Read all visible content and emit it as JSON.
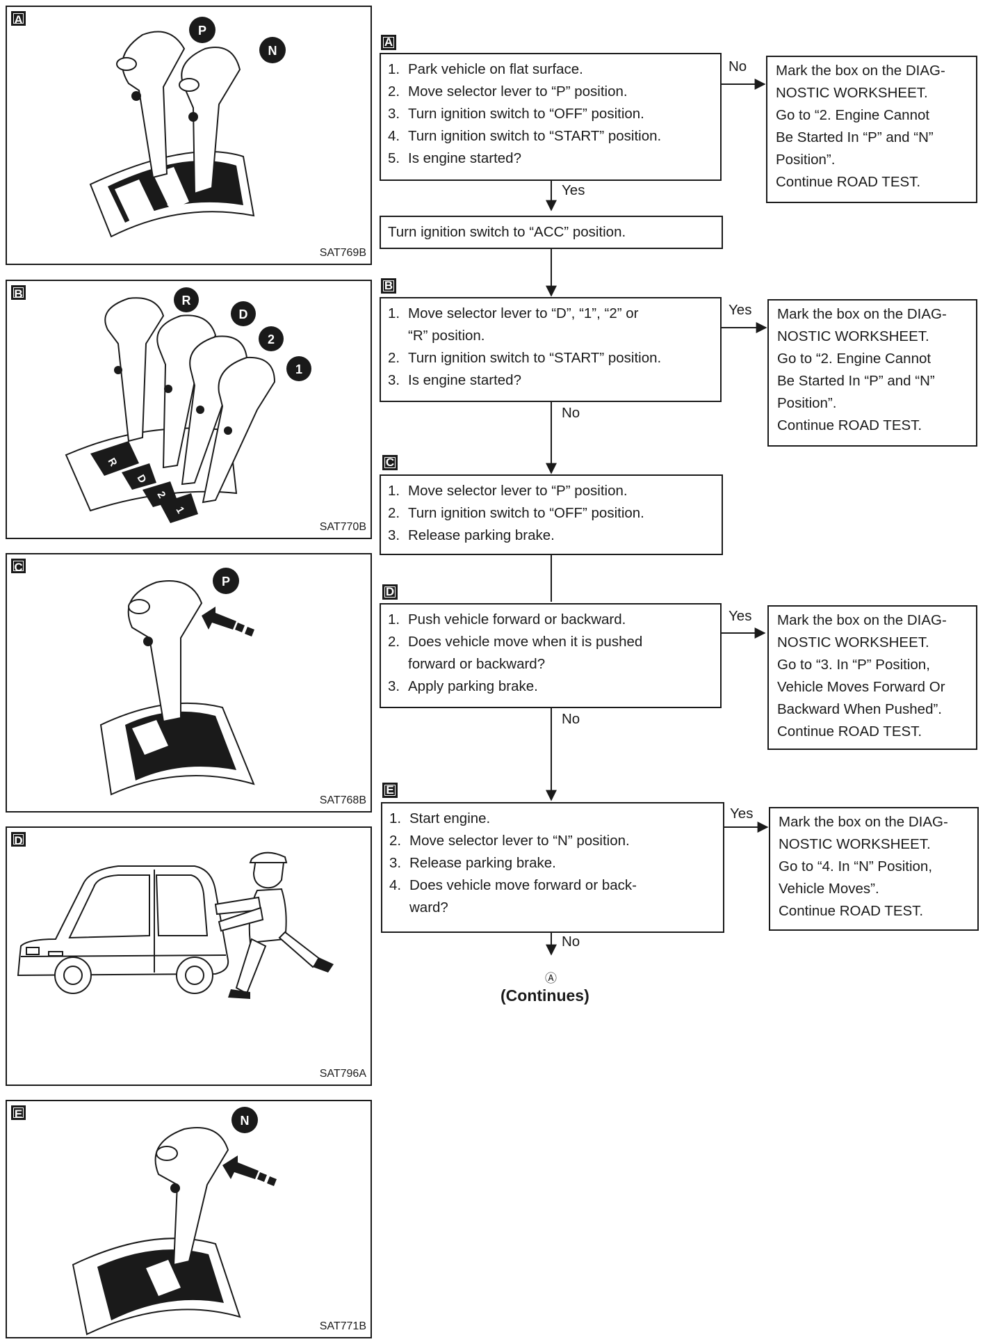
{
  "panels": [
    {
      "tag": "A",
      "code": "SAT769B",
      "letters": [
        "P",
        "N"
      ],
      "gate": [
        "P",
        "N"
      ]
    },
    {
      "tag": "B",
      "code": "SAT770B",
      "letters": [
        "R",
        "D",
        "2",
        "1"
      ],
      "gate": [
        "R",
        "D",
        "2",
        "1"
      ]
    },
    {
      "tag": "C",
      "code": "SAT768B",
      "letters": [
        "P"
      ],
      "gate": [
        "P"
      ]
    },
    {
      "tag": "D",
      "code": "SAT796A"
    },
    {
      "tag": "E",
      "code": "SAT771B",
      "letters": [
        "N"
      ],
      "gate": [
        "N"
      ]
    }
  ],
  "flow": {
    "A": {
      "tag": "A",
      "steps": [
        {
          "n": "1.",
          "t": "Park vehicle on flat surface."
        },
        {
          "n": "2.",
          "t": "Move selector lever to “P” position."
        },
        {
          "n": "3.",
          "t": "Turn ignition switch to “OFF” position."
        },
        {
          "n": "4.",
          "t": "Turn ignition switch to “START” position."
        },
        {
          "n": "5.",
          "t": "Is engine started?"
        }
      ],
      "side_label": "No",
      "down_label": "Yes",
      "result": [
        "Mark the box on the DIAG-",
        "NOSTIC WORKSHEET.",
        "Go to “2. Engine Cannot",
        "Be Started In “P” and “N”",
        "Position”.",
        "Continue ROAD TEST."
      ]
    },
    "acc": "Turn ignition switch to “ACC” position.",
    "B": {
      "tag": "B",
      "steps": [
        {
          "n": "1.",
          "t": "Move selector lever to “D”, “1”, “2” or"
        },
        {
          "n": "",
          "t": "“R” position."
        },
        {
          "n": "2.",
          "t": "Turn ignition switch to “START” position."
        },
        {
          "n": "3.",
          "t": "Is engine started?"
        }
      ],
      "side_label": "Yes",
      "down_label": "No",
      "result": [
        "Mark the box on the DIAG-",
        "NOSTIC WORKSHEET.",
        "Go to “2. Engine Cannot",
        "Be Started In “P” and “N”",
        "Position”.",
        "Continue ROAD TEST."
      ]
    },
    "C": {
      "tag": "C",
      "steps": [
        {
          "n": "1.",
          "t": "Move selector lever to “P” position."
        },
        {
          "n": "2.",
          "t": "Turn ignition switch to “OFF” position."
        },
        {
          "n": "3.",
          "t": "Release parking brake."
        }
      ]
    },
    "D": {
      "tag": "D",
      "steps": [
        {
          "n": "1.",
          "t": "Push vehicle forward or backward."
        },
        {
          "n": "2.",
          "t": "Does vehicle move when it is pushed"
        },
        {
          "n": "",
          "t": "forward or backward?"
        },
        {
          "n": "3.",
          "t": "Apply parking brake."
        }
      ],
      "side_label": "Yes",
      "down_label": "No",
      "result": [
        "Mark the box on the DIAG-",
        "NOSTIC WORKSHEET.",
        "Go to “3. In “P” Position,",
        "Vehicle Moves Forward Or",
        "Backward When Pushed”.",
        "Continue ROAD TEST."
      ]
    },
    "E": {
      "tag": "E",
      "steps": [
        {
          "n": "1.",
          "t": "Start engine."
        },
        {
          "n": "2.",
          "t": "Move selector lever to “N” position."
        },
        {
          "n": "3.",
          "t": "Release parking brake."
        },
        {
          "n": "4.",
          "t": "Does vehicle move forward or back-"
        },
        {
          "n": "",
          "t": "ward?"
        }
      ],
      "side_label": "Yes",
      "down_label": "No",
      "result": [
        "Mark the box on the DIAG-",
        "NOSTIC WORKSHEET.",
        "Go to “4. In “N” Position,",
        "Vehicle Moves”.",
        "Continue ROAD TEST."
      ]
    },
    "connector": "Ⓐ",
    "continues": "(Continues)"
  }
}
